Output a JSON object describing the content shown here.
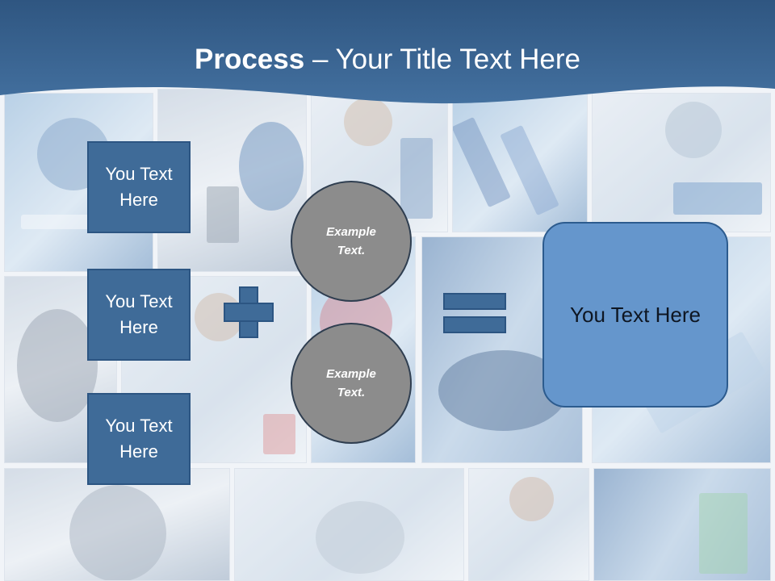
{
  "slide": {
    "title_bold": "Process",
    "title_rest": " – Your Title Text Here",
    "left_boxes": [
      {
        "label": "You Text Here"
      },
      {
        "label": "You Text Here"
      },
      {
        "label": "You Text Here"
      }
    ],
    "circles": [
      {
        "label": "Example Text."
      },
      {
        "label": "Example Text."
      }
    ],
    "result_label": "You Text Here",
    "operator_icons": [
      "plus-icon",
      "equals-icon"
    ]
  },
  "colors": {
    "header": "#345d8a",
    "box_fill": "#3f6b98",
    "box_border": "#2c5582",
    "circle_fill": "#8c8c8c",
    "result_fill": "#6596cc"
  }
}
